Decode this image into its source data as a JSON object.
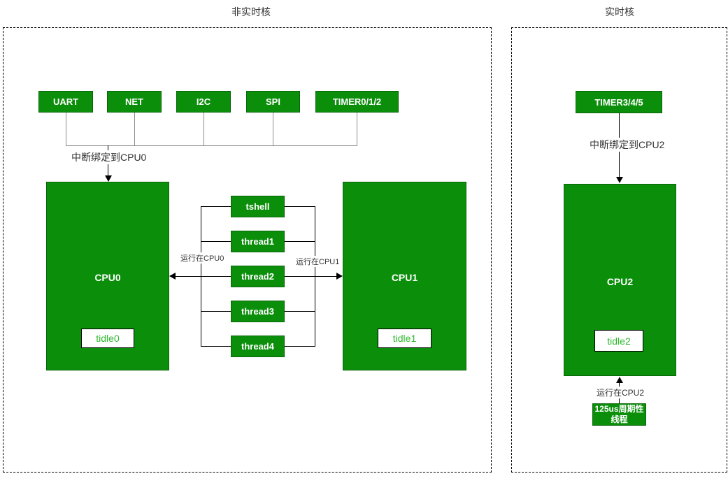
{
  "titles": {
    "left": "非实时核",
    "right": "实时核"
  },
  "peripherals": [
    {
      "label": "UART"
    },
    {
      "label": "NET"
    },
    {
      "label": "I2C"
    },
    {
      "label": "SPI"
    },
    {
      "label": "TIMER0/1/2"
    },
    {
      "label": "TIMER3/4/5"
    }
  ],
  "cpus": [
    {
      "label": "CPU0",
      "idle": "tidle0"
    },
    {
      "label": "CPU1",
      "idle": "tidle1"
    },
    {
      "label": "CPU2",
      "idle": "tidle2"
    }
  ],
  "threads": [
    {
      "label": "tshell"
    },
    {
      "label": "thread1"
    },
    {
      "label": "thread2"
    },
    {
      "label": "thread3"
    },
    {
      "label": "thread4"
    }
  ],
  "labels": {
    "bind_cpu0": "中断绑定到CPU0",
    "bind_cpu2": "中断绑定到CPU2",
    "run_cpu0": "运行在CPU0",
    "run_cpu1": "运行在CPU1",
    "run_cpu2": "运行在CPU2",
    "periodic": "125us周期性线程"
  },
  "colors": {
    "shape_green": "#0b8f0b",
    "shape_border": "#0a640a",
    "idle_text": "#2eb82e",
    "line_gray": "#8c8c8c",
    "line_black": "#000000",
    "text_dark": "#333333"
  }
}
